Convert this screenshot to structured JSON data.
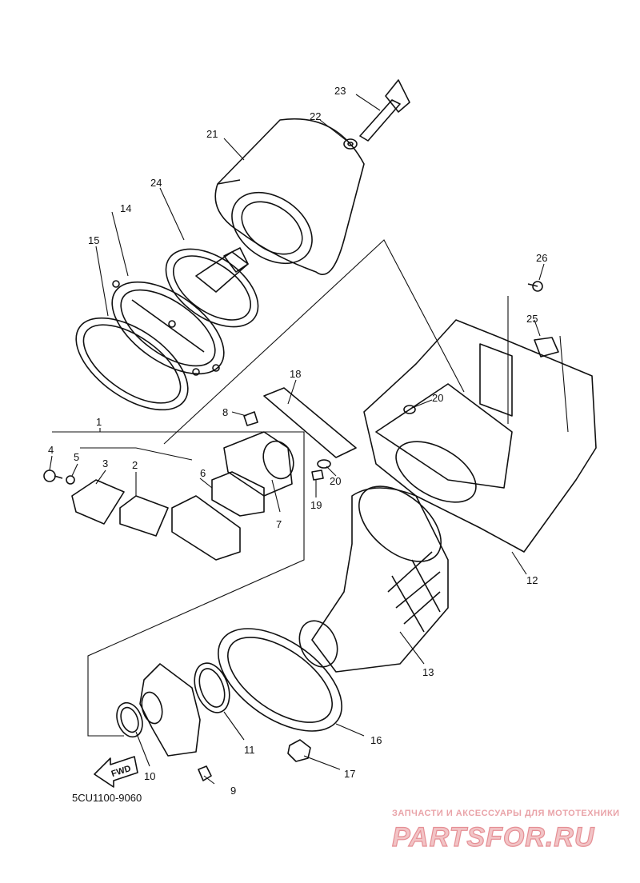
{
  "diagram": {
    "code": "5CU1100-9060",
    "fwd_label": "FWD",
    "callouts": [
      "1",
      "2",
      "3",
      "4",
      "5",
      "6",
      "7",
      "8",
      "9",
      "10",
      "11",
      "12",
      "13",
      "14",
      "15",
      "16",
      "17",
      "18",
      "19",
      "20",
      "20",
      "21",
      "22",
      "23",
      "24",
      "25",
      "26"
    ]
  },
  "watermark": {
    "tagline": "ЗАПЧАСТИ И АКСЕССУАРЫ ДЛЯ МОТОТЕХНИКИ",
    "logo": "PARTSFOR.RU",
    "color": "#e58f95"
  }
}
